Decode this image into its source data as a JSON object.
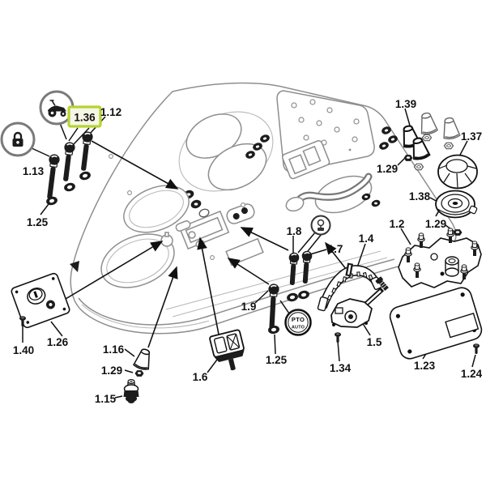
{
  "diagram": {
    "type": "exploded-parts-diagram",
    "subject": "tractor dashboard console parts",
    "selected_part": "1.36",
    "highlight_border_color": "#b5d334",
    "highlight_fill_color": "#f6f6e6",
    "line_color": "#111111",
    "console_line_color": "#8e8e8e",
    "pto_badge": {
      "line1": "PTO",
      "line2": "AUTO"
    },
    "icons": {
      "tractor_badge": "tractor-icon",
      "lock_badge": "padlock-icon",
      "small_part_badge": "lever-pin-icon",
      "pto_badge": "pto-auto-text-badge"
    },
    "labels": [
      {
        "text": "1.36",
        "highlighted": true
      },
      {
        "text": "1.12"
      },
      {
        "text": "1.13"
      },
      {
        "text": "1.25"
      },
      {
        "text": "1.39"
      },
      {
        "text": "1.37"
      },
      {
        "text": "1.29"
      },
      {
        "text": "1.38"
      },
      {
        "text": "1.2"
      },
      {
        "text": "1.29"
      },
      {
        "text": "1.8"
      },
      {
        "text": "1.7"
      },
      {
        "text": "1.4"
      },
      {
        "text": "1.9"
      },
      {
        "text": "1.25"
      },
      {
        "text": "1.34"
      },
      {
        "text": "1.5"
      },
      {
        "text": "1.23"
      },
      {
        "text": "1.24"
      },
      {
        "text": "1.40"
      },
      {
        "text": "1.26"
      },
      {
        "text": "1.16"
      },
      {
        "text": "1.29"
      },
      {
        "text": "1.15"
      },
      {
        "text": "1.6"
      }
    ]
  }
}
